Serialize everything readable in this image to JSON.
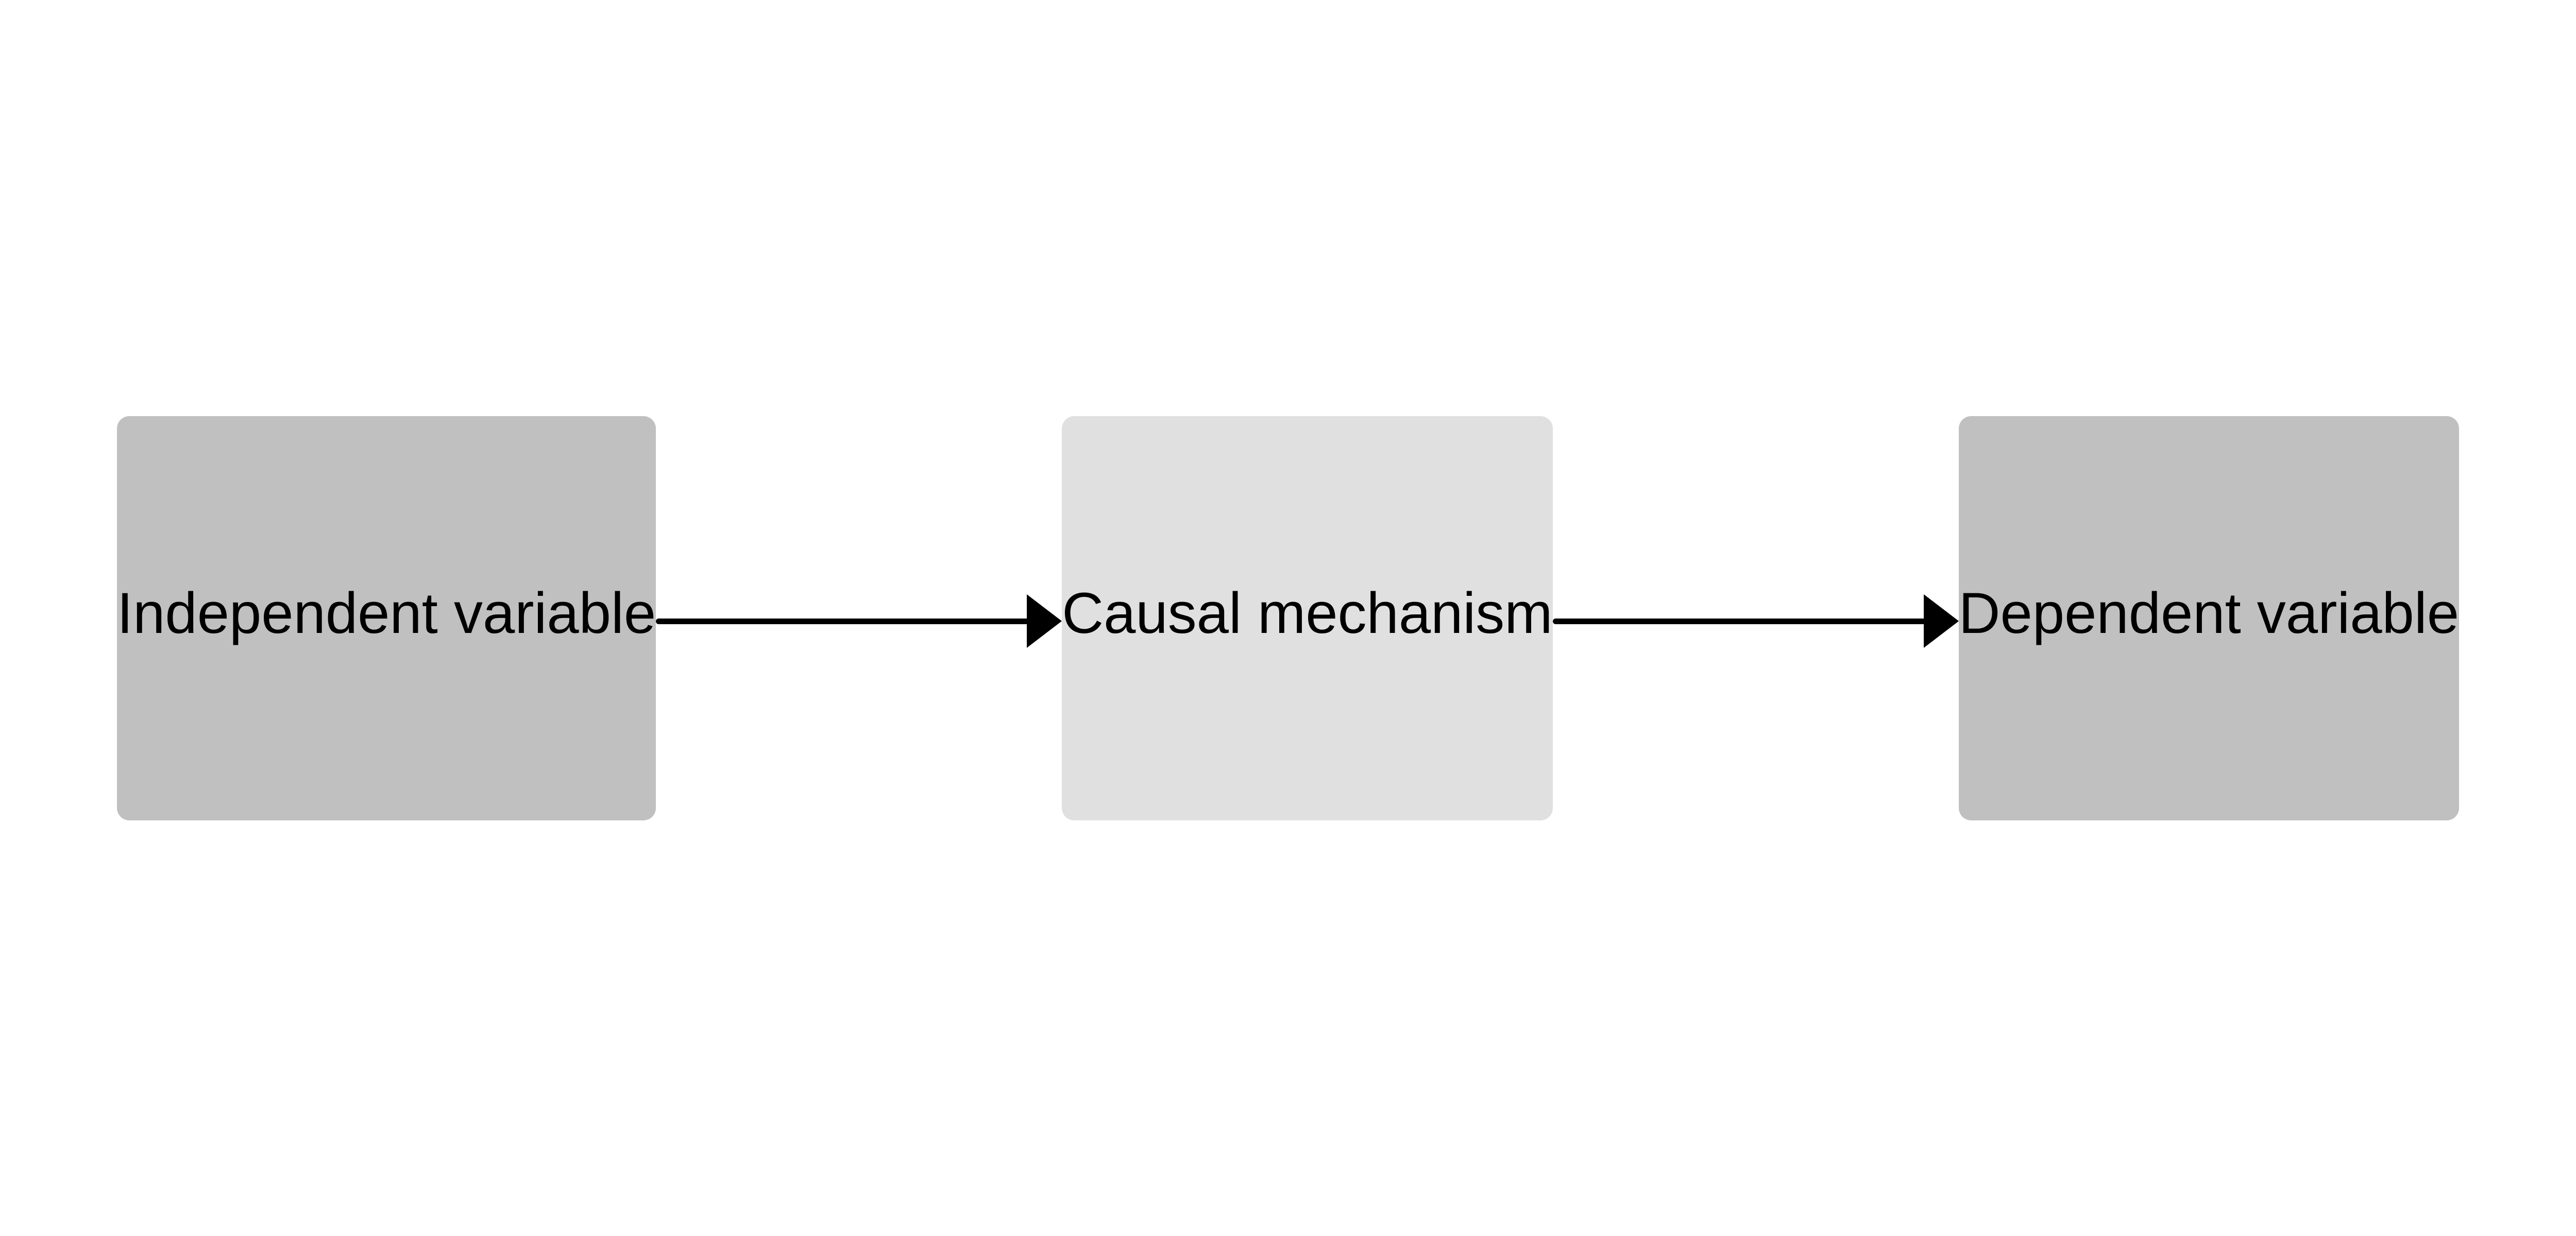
{
  "nodes": [
    {
      "id": "independent",
      "label": "Independent variable",
      "color": "#c0c0c0"
    },
    {
      "id": "mechanism",
      "label": "Causal mechanism",
      "color": "#e0e0e0"
    },
    {
      "id": "dependent",
      "label": "Dependent variable",
      "color": "#c0c0c0"
    }
  ],
  "edges": [
    {
      "from": "independent",
      "to": "mechanism"
    },
    {
      "from": "mechanism",
      "to": "dependent"
    }
  ],
  "colors": {
    "arrow": "#000000",
    "background": "#ffffff"
  }
}
